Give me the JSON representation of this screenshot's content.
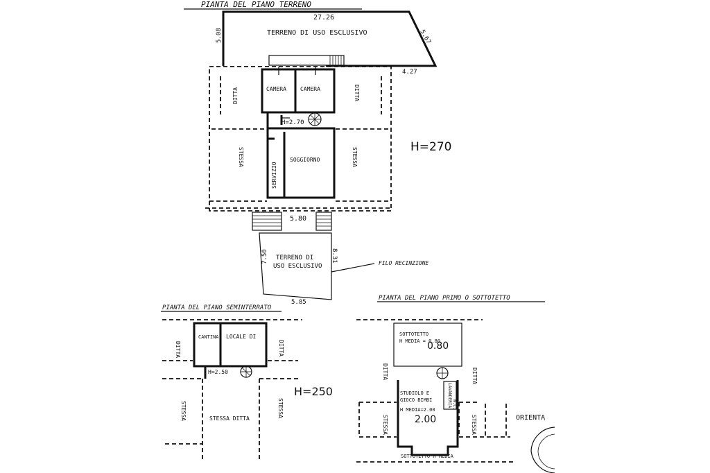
{
  "ground_floor": {
    "title": "PIANTA DEL PIANO TERRENO",
    "dim_top": "27.26",
    "dim_left": "5.08",
    "dim_diag": "5.67",
    "dim_right": "4.27",
    "garden_top": "TERRENO DI USO ESCLUSIVO",
    "room_camera_1": "CAMERA",
    "room_camera_2": "CAMERA",
    "ditta_left": "DITTA",
    "ditta_right": "DITTA",
    "stessa_left": "STESSA",
    "stessa_right": "STESSA",
    "room_soggiorno": "SOGGIORNO",
    "room_servizio": "SERVIZIO",
    "h_internal": "H=2.70",
    "h_big": "H=270",
    "dim_width": "5.80",
    "garden_bottom_line1": "TERRENO DI",
    "garden_bottom_line2": "USO ESCLUSIVO",
    "dim_garden_left": "7.50",
    "dim_garden_right": "8.31",
    "dim_garden_bottom": "5.85",
    "fence_label": "FILO RECINZIONE"
  },
  "basement": {
    "title": "PIANTA DEL PIANO SEMINTERRATO",
    "room_cantina": "CANTINA",
    "room_locale": "LOCALE DI",
    "ditta_left": "DITTA",
    "ditta_right": "DITTA",
    "h_internal": "H=2.50",
    "h_big": "H=250",
    "stessa_left": "STESSA",
    "stessa_center": "STESSA DITTA",
    "stessa_right": "STESSA"
  },
  "first_floor": {
    "title": "PIANTA DEL PIANO PRIMO O SOTTOTETTO",
    "sottotetto_top_line1": "SOTTOTETTO",
    "sottotetto_top_line2": "H MEDIA = 0.80",
    "sottotetto_big": "0.80",
    "ditta_left": "DITTA",
    "ditta_right": "DITTA",
    "studio_line1": "STUDIOLO E",
    "studio_line2": "GIOCO BIMBI",
    "studio_line3": "H MEDIA=2.00",
    "studio_big": "2.00",
    "lavanderia": "LAVANDERIA",
    "wc": "W.C.",
    "stessa_left": "STESSA",
    "stessa_right": "STESSA",
    "sottotetto_bottom": "SOTTOTETTO H MEDIA",
    "orientation": "ORIENTA"
  }
}
